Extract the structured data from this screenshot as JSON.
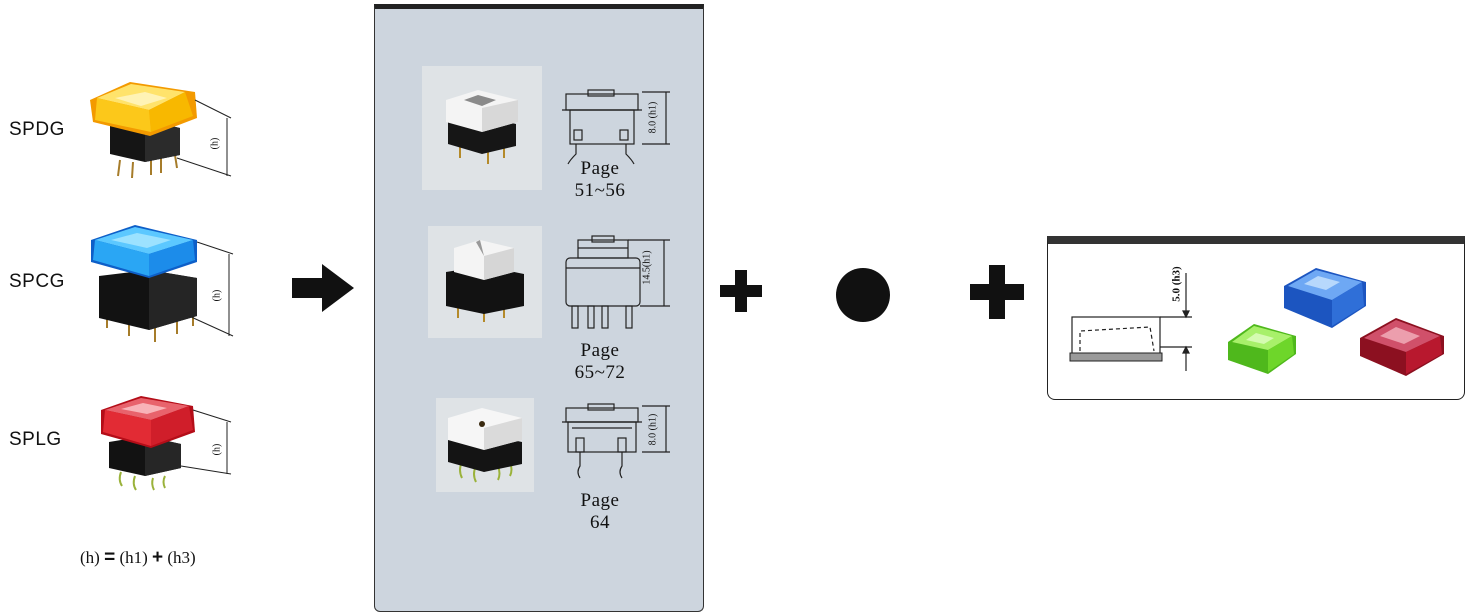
{
  "switches": [
    {
      "model": "SPDG",
      "cap_color": "#f5a800",
      "dim_label": "(h)"
    },
    {
      "model": "SPCG",
      "cap_color": "#1f8fe8",
      "dim_label": "(h)"
    },
    {
      "model": "SPLG",
      "cap_color": "#e01a1a",
      "dim_label": "(h)"
    }
  ],
  "formula": {
    "h": "(h)",
    "equals": "=",
    "h1": "(h1)",
    "plus": "+",
    "h3": "(h3)"
  },
  "bases": [
    {
      "dim_label": "8.0 (h1)",
      "page_label": "Page",
      "page_range": "51~56"
    },
    {
      "dim_label": "14.5(h1)",
      "page_label": "Page",
      "page_range": "65~72"
    },
    {
      "dim_label": "8.0 (h1)",
      "page_label": "Page",
      "page_range": "64"
    }
  ],
  "cap": {
    "dim_label": "5.0 (h3)"
  },
  "colors": {
    "panel_bg": "#cdd5de",
    "cap_blue": "#2f6fd8",
    "cap_green": "#6ed62a",
    "cap_red": "#b8182e"
  },
  "icons": [
    "arrow-right-icon",
    "plus-icon",
    "dot-icon",
    "plus-icon"
  ]
}
